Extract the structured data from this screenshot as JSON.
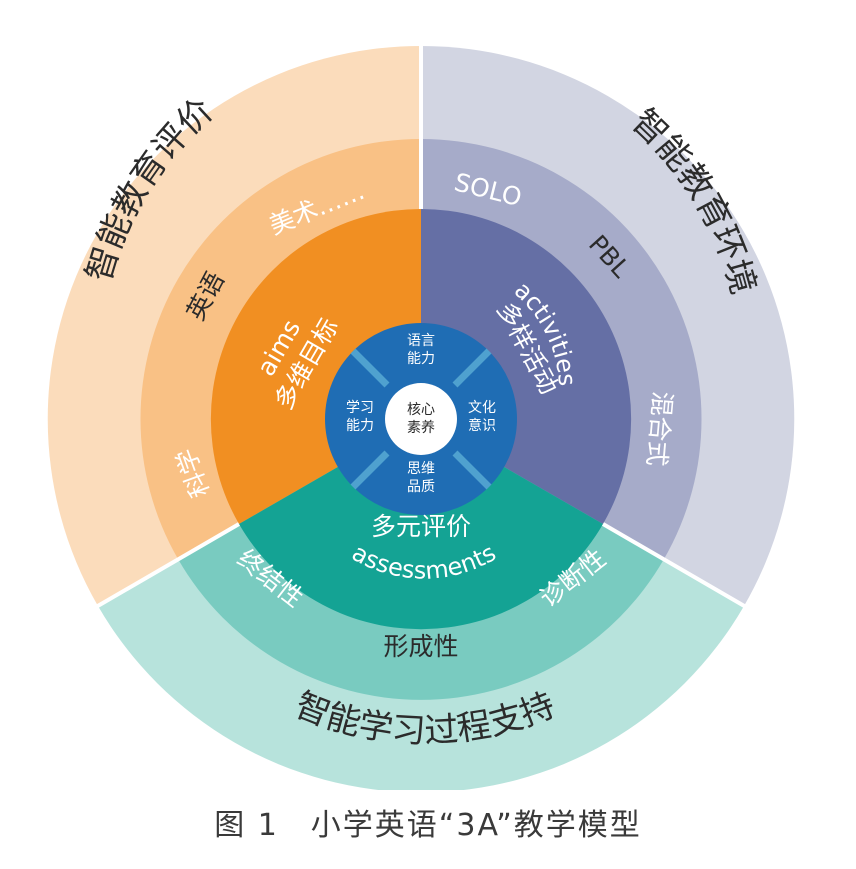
{
  "colors": {
    "outer_orange": "#fbdcbb",
    "outer_gray": "#d2d5e2",
    "outer_teal": "#b7e3dc",
    "mid_orange": "#f9c185",
    "mid_gray": "#a6abc9",
    "mid_teal": "#79cbc0",
    "inner_orange": "#f18f22",
    "inner_blue": "#656fa5",
    "inner_teal": "#14a394",
    "core_blue": "#1f6db4",
    "center": "#ffffff"
  },
  "outer_ring": {
    "left": "智能教育评价",
    "right": "智能教育环境",
    "bottom": "智能学习过程支持"
  },
  "middle_ring": {
    "art": "美术……",
    "english": "英语",
    "science": "科学",
    "solo": "SOLO",
    "pbl": "PBL",
    "blended": "混合式",
    "summative": "终结性",
    "formative": "形成性",
    "diagnostic": "诊断性"
  },
  "inner_ring": {
    "aims_en": "aims",
    "aims_zh": "多维目标",
    "activities_en": "activities",
    "activities_zh": "多样活动",
    "assessments_zh": "多元评价",
    "assessments_en": "assessments"
  },
  "core": {
    "top_line1": "语言",
    "top_line2": "能力",
    "right_line1": "文化",
    "right_line2": "意识",
    "bottom_line1": "思维",
    "bottom_line2": "品质",
    "left_line1": "学习",
    "left_line2": "能力",
    "center_line1": "核心",
    "center_line2": "素养"
  },
  "caption": "图 1　小学英语“3A”教学模型"
}
